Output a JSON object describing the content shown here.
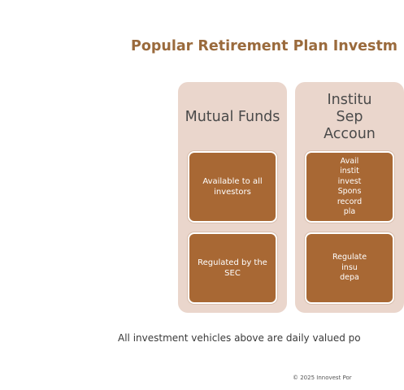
{
  "title": "Popular Retirement Plan Investm",
  "columns": [
    {
      "header_lines": [
        "Mutual Funds"
      ],
      "boxes": [
        {
          "lines": [
            "Available to all",
            "investors"
          ]
        },
        {
          "lines": [
            "Regulated by the",
            "SEC"
          ]
        }
      ]
    },
    {
      "header_lines": [
        "Institu",
        "Sep",
        "Accoun"
      ],
      "boxes": [
        {
          "lines": [
            "Avail",
            "instit",
            "invest",
            "Spons",
            "record",
            "pla"
          ]
        },
        {
          "lines": [
            "Regulate",
            "insu",
            "depa"
          ]
        }
      ]
    }
  ],
  "footnote": "All investment vehicles above are daily valued po",
  "copyright": "© 2025 Innovest Por"
}
